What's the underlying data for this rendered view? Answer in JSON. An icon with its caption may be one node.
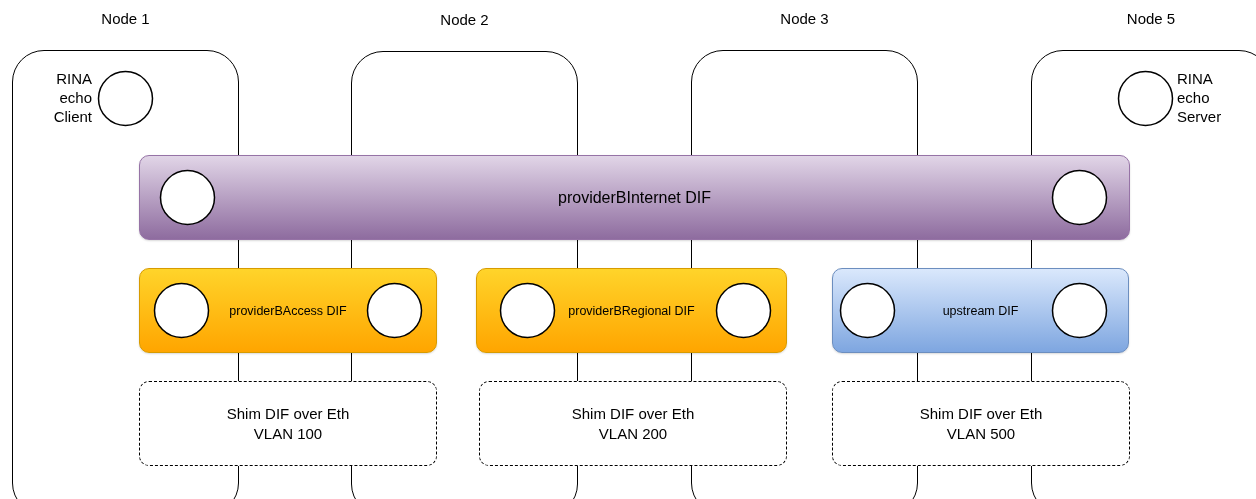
{
  "diagram": {
    "nodes": [
      {
        "text": [
          "Node 1"
        ]
      },
      {
        "text": [],
        "shape": "circle",
        "in": 0,
        "beside": [
          "RINA echo Client"
        ]
      },
      {
        "text": [
          "Node 2"
        ]
      },
      {
        "text": [
          "Node 3"
        ]
      },
      {
        "text": [
          "Node 5"
        ]
      },
      {
        "text": [],
        "shape": "circle",
        "in": 4,
        "beside": [
          "RINA echo Server"
        ]
      },
      {
        "text": [
          "providerBInternet DIF"
        ]
      },
      {
        "text": [],
        "shape": "circle"
      },
      {
        "text": [],
        "shape": "circle"
      },
      {
        "text": [
          "providerBAccess DIF"
        ]
      },
      {
        "text": [],
        "shape": "circle"
      },
      {
        "text": [],
        "shape": "circle"
      },
      {
        "text": [
          "providerBRegional DIF"
        ]
      },
      {
        "text": [],
        "shape": "circle"
      },
      {
        "text": [],
        "shape": "circle"
      },
      {
        "text": [
          "upstream DIF"
        ]
      },
      {
        "text": [],
        "shape": "circle"
      },
      {
        "text": [],
        "shape": "circle"
      },
      {
        "text": [
          "Shim DIF over Eth VLAN 100"
        ]
      },
      {
        "text": [
          "Shim DIF over Eth VLAN 200"
        ]
      },
      {
        "text": [
          "Shim DIF over Eth VLAN 500"
        ]
      }
    ]
  }
}
